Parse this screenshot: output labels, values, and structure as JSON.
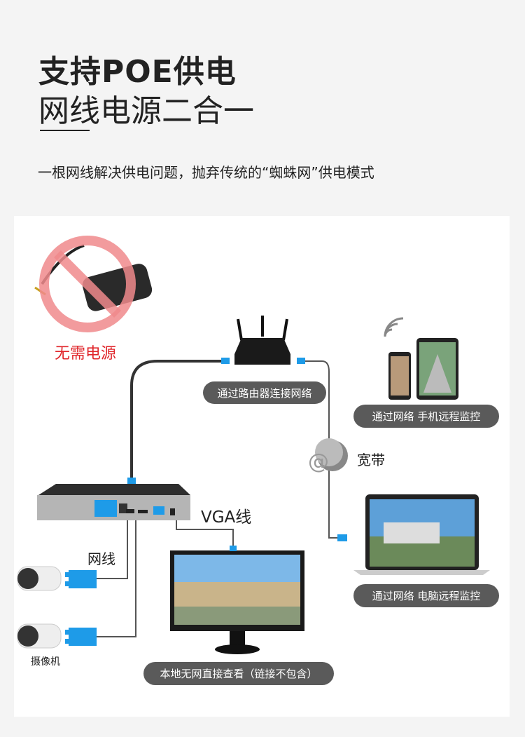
{
  "header": {
    "title_line1": "支持POE供电",
    "title_line2": "网线电源二合一",
    "subtitle": "一根网线解决供电问题，抛弃传统的“蜘蛛网”供电模式"
  },
  "diagram": {
    "no_power_label": "无需电源",
    "router_label": "通过路由器连接网络",
    "phone_label": "通过网络 手机远程监控",
    "broadband_label": "宽带",
    "pc_label": "通过网络 电脑远程监控",
    "vga_label": "VGA线",
    "cable_label": "网线",
    "camera_label": "摄像机",
    "monitor_label": "本地无网直接查看（链接不包含）"
  },
  "colors": {
    "accent_blue": "#1e9be8",
    "warning_red": "#e0262b",
    "pill_bg": "#5a5a5a"
  }
}
